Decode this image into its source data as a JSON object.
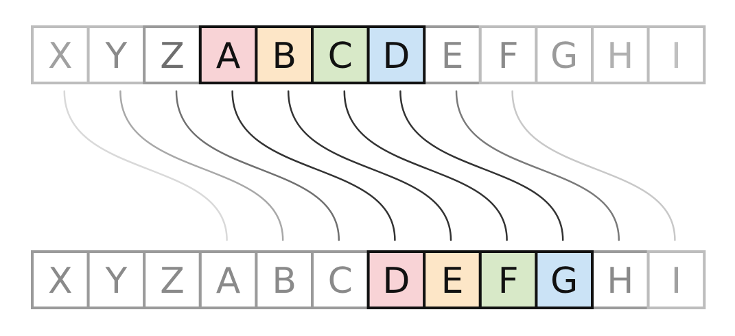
{
  "top_strip": {
    "cells": [
      {
        "letter": "X",
        "fill": "#ffffff",
        "text_color": "#a0a0a0",
        "border": "#bdbdbd"
      },
      {
        "letter": "Y",
        "fill": "#ffffff",
        "text_color": "#8a8a8a",
        "border": "#bdbdbd"
      },
      {
        "letter": "Z",
        "fill": "#ffffff",
        "text_color": "#6e6e6e",
        "border": "#9a9a9a"
      },
      {
        "letter": "A",
        "fill": "#f8d3d6",
        "text_color": "#111111",
        "border": "#111111"
      },
      {
        "letter": "B",
        "fill": "#fde6c7",
        "text_color": "#111111",
        "border": "#111111"
      },
      {
        "letter": "C",
        "fill": "#d8e9c8",
        "text_color": "#111111",
        "border": "#111111"
      },
      {
        "letter": "D",
        "fill": "#cbe3f6",
        "text_color": "#111111",
        "border": "#111111"
      },
      {
        "letter": "E",
        "fill": "#ffffff",
        "text_color": "#8a8a8a",
        "border": "#9a9a9a"
      },
      {
        "letter": "F",
        "fill": "#ffffff",
        "text_color": "#8a8a8a",
        "border": "#bdbdbd"
      },
      {
        "letter": "G",
        "fill": "#ffffff",
        "text_color": "#9a9a9a",
        "border": "#bdbdbd"
      },
      {
        "letter": "H",
        "fill": "#ffffff",
        "text_color": "#b0b0b0",
        "border": "#bdbdbd"
      },
      {
        "letter": "I",
        "fill": "#ffffff",
        "text_color": "#c0c0c0",
        "border": "#bdbdbd"
      }
    ]
  },
  "bottom_strip": {
    "cells": [
      {
        "letter": "X",
        "fill": "#ffffff",
        "text_color": "#8a8a8a",
        "border": "#9a9a9a"
      },
      {
        "letter": "Y",
        "fill": "#ffffff",
        "text_color": "#8a8a8a",
        "border": "#9a9a9a"
      },
      {
        "letter": "Z",
        "fill": "#ffffff",
        "text_color": "#8a8a8a",
        "border": "#9a9a9a"
      },
      {
        "letter": "A",
        "fill": "#ffffff",
        "text_color": "#8a8a8a",
        "border": "#9a9a9a"
      },
      {
        "letter": "B",
        "fill": "#ffffff",
        "text_color": "#8a8a8a",
        "border": "#9a9a9a"
      },
      {
        "letter": "C",
        "fill": "#ffffff",
        "text_color": "#8a8a8a",
        "border": "#9a9a9a"
      },
      {
        "letter": "D",
        "fill": "#f8d3d6",
        "text_color": "#111111",
        "border": "#111111"
      },
      {
        "letter": "E",
        "fill": "#fde6c7",
        "text_color": "#111111",
        "border": "#111111"
      },
      {
        "letter": "F",
        "fill": "#d8e9c8",
        "text_color": "#111111",
        "border": "#111111"
      },
      {
        "letter": "G",
        "fill": "#cbe3f6",
        "text_color": "#111111",
        "border": "#111111"
      },
      {
        "letter": "H",
        "fill": "#ffffff",
        "text_color": "#8a8a8a",
        "border": "#9a9a9a"
      },
      {
        "letter": "I",
        "fill": "#ffffff",
        "text_color": "#a0a0a0",
        "border": "#bdbdbd"
      }
    ]
  },
  "mappings": [
    {
      "from": "X",
      "to": "A",
      "color": "#d9d9d9"
    },
    {
      "from": "Y",
      "to": "B",
      "color": "#a8a8a8"
    },
    {
      "from": "Z",
      "to": "C",
      "color": "#707070"
    },
    {
      "from": "A",
      "to": "D",
      "color": "#333333"
    },
    {
      "from": "B",
      "to": "E",
      "color": "#333333"
    },
    {
      "from": "C",
      "to": "F",
      "color": "#333333"
    },
    {
      "from": "D",
      "to": "G",
      "color": "#333333"
    },
    {
      "from": "E",
      "to": "H",
      "color": "#7a7a7a"
    },
    {
      "from": "F",
      "to": "I",
      "color": "#c8c8c8"
    }
  ],
  "shift": 3
}
